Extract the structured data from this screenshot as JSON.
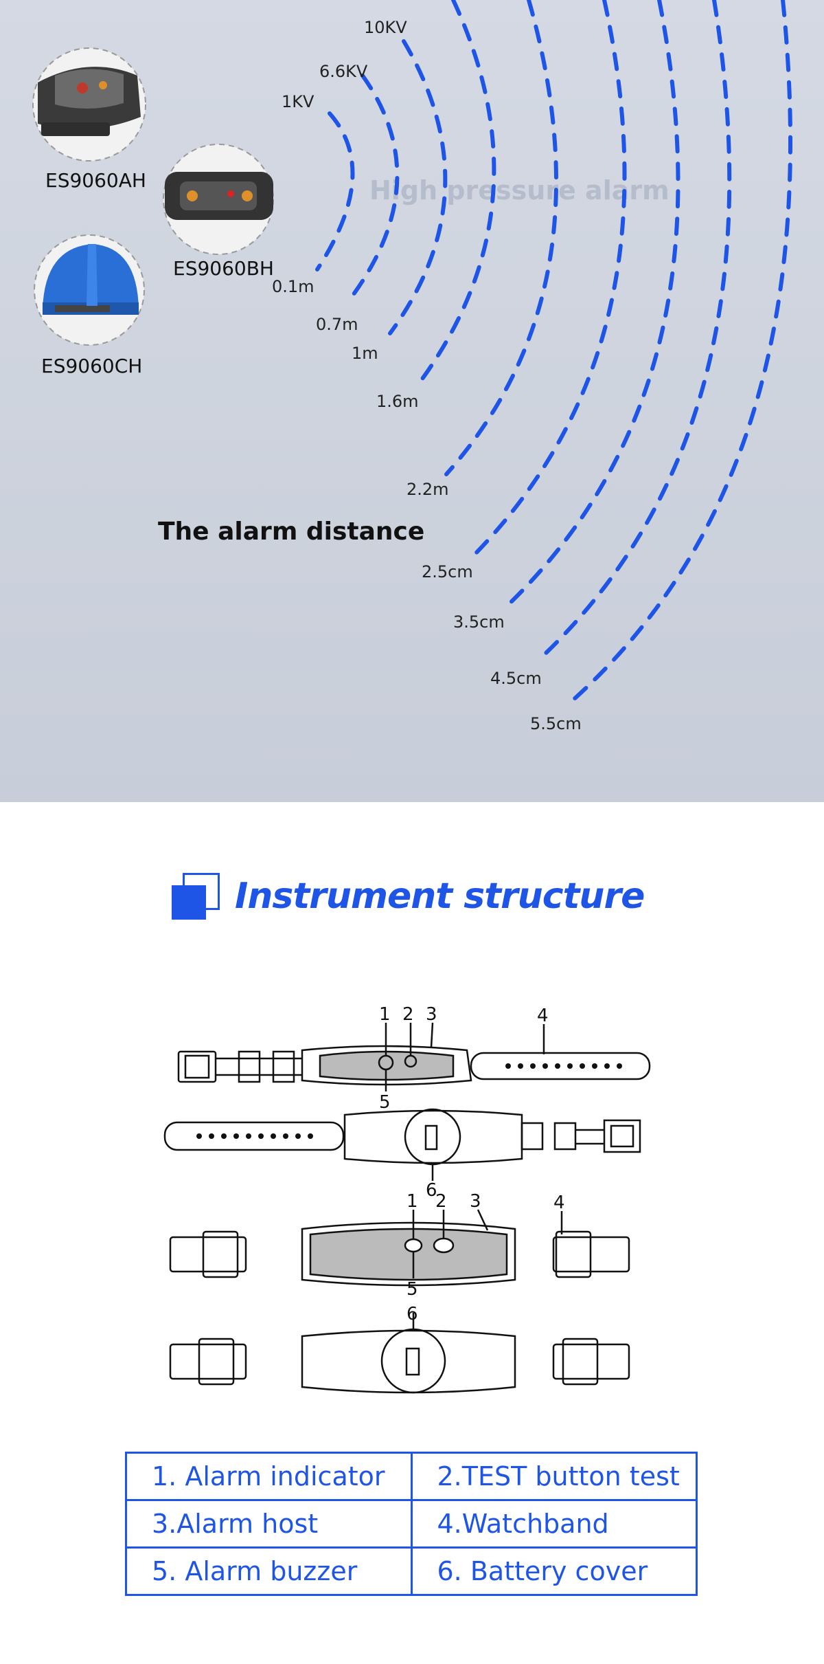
{
  "top_section": {
    "watermark": "High pressure alarm",
    "distance_title": "The alarm distance",
    "voltage_labels": [
      "1KV",
      "6.6KV",
      "10KV"
    ],
    "distance_labels": [
      "0.1m",
      "0.7m",
      "1m",
      "1.6m",
      "2.2m",
      "2.5cm",
      "3.5cm",
      "4.5cm",
      "5.5cm"
    ],
    "products": [
      "ES9060AH",
      "ES9060BH",
      "ES9060CH"
    ]
  },
  "structure": {
    "heading": "Instrument structure",
    "callouts_a": [
      "1",
      "2",
      "3",
      "4",
      "5",
      "6"
    ],
    "callouts_b": [
      "1",
      "2",
      "3",
      "4",
      "5",
      "6"
    ]
  },
  "legend": [
    [
      "1. Alarm indicator",
      "2.TEST button test"
    ],
    [
      "3.Alarm host",
      "4.Watchband"
    ],
    [
      "5. Alarm buzzer",
      "6. Battery cover"
    ]
  ],
  "colors": {
    "accent": "#1e55e6",
    "background_top": "#d0d6e0"
  }
}
